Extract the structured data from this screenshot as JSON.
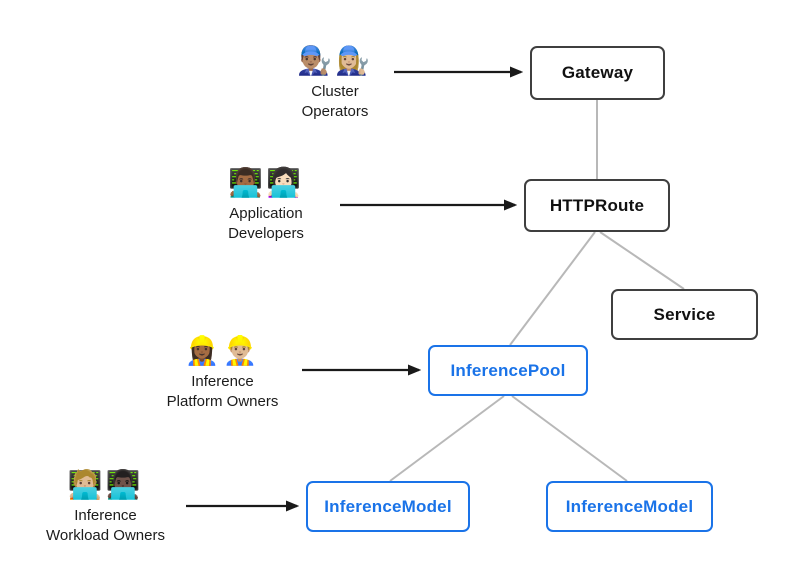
{
  "colors": {
    "background": "#ffffff",
    "core_border": "#3f3f3f",
    "core_text": "#111111",
    "extension_border": "#1a73e8",
    "extension_text": "#1a73e8",
    "connector_line": "#b8b8b8",
    "arrow": "#1a1a1a",
    "persona_text": "#1c1c1c"
  },
  "personas": [
    {
      "name": "cluster-operators",
      "emoji": "👨🏽‍🔧👩🏼‍🔧",
      "label_lines": [
        "Cluster",
        "Operators"
      ]
    },
    {
      "name": "application-developers",
      "emoji": "👨🏾‍💻👩🏻‍💻",
      "label_lines": [
        "Application",
        "Developers"
      ]
    },
    {
      "name": "inference-platform-owners",
      "emoji": "👷🏾‍♀️👷🏼‍♂️",
      "label_lines": [
        "Inference",
        "Platform Owners"
      ]
    },
    {
      "name": "inference-workload-owners",
      "emoji": "🧑🏼‍💻👨🏿‍💻",
      "label_lines": [
        "Inference",
        "Workload Owners"
      ]
    }
  ],
  "nodes": {
    "gateway": {
      "label": "Gateway",
      "style": "core"
    },
    "httproute": {
      "label": "HTTPRoute",
      "style": "core"
    },
    "service": {
      "label": "Service",
      "style": "core"
    },
    "inference_pool": {
      "label": "InferencePool",
      "style": "extension"
    },
    "inference_model_left": {
      "label": "InferenceModel",
      "style": "extension"
    },
    "inference_model_right": {
      "label": "InferenceModel",
      "style": "extension"
    }
  },
  "edges": [
    {
      "from": "gateway",
      "to": "httproute"
    },
    {
      "from": "httproute",
      "to": "service"
    },
    {
      "from": "httproute",
      "to": "inference_pool"
    },
    {
      "from": "inference_pool",
      "to": "inference_model_left"
    },
    {
      "from": "inference_pool",
      "to": "inference_model_right"
    }
  ],
  "actor_arrows": [
    {
      "from": "cluster-operators",
      "to": "gateway"
    },
    {
      "from": "application-developers",
      "to": "httproute"
    },
    {
      "from": "inference-platform-owners",
      "to": "inference_pool"
    },
    {
      "from": "inference-workload-owners",
      "to": "inference_model_left"
    }
  ]
}
